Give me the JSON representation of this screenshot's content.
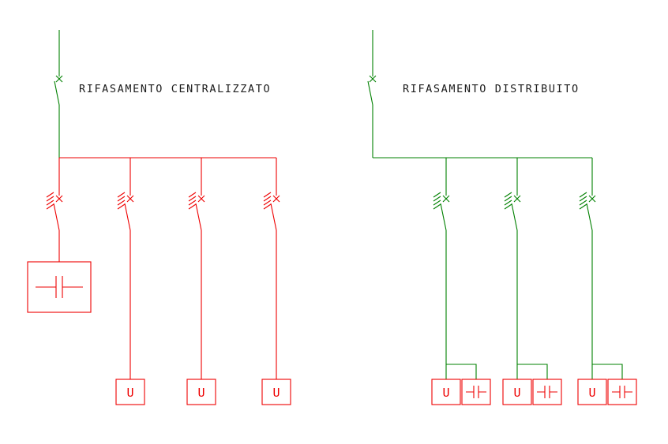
{
  "colors": {
    "green": "#008000",
    "red": "#ee0000",
    "text": "#1c1c1c",
    "background": "#ffffff"
  },
  "left": {
    "title": "RIFASAMENTO CENTRALIZZATO",
    "loads": [
      "U",
      "U",
      "U"
    ]
  },
  "right": {
    "title": "RIFASAMENTO DISTRIBUITO",
    "loads": [
      "U",
      "U",
      "U"
    ]
  }
}
